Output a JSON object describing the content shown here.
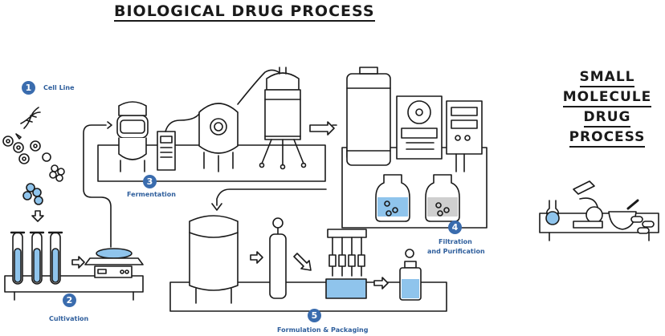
{
  "titles": {
    "main": "BIOLOGICAL DRUG PROCESS",
    "side_line1": "SMALL",
    "side_line2": "MOLECULE",
    "side_line3": "DRUG",
    "side_line4": "PROCESS"
  },
  "steps": [
    {
      "number": "1",
      "label": "Cell Line"
    },
    {
      "number": "2",
      "label": "Cultivation"
    },
    {
      "number": "3",
      "label": "Fermentation"
    },
    {
      "number": "4",
      "label_line1": "Filtration",
      "label_line2": "and Purification"
    },
    {
      "number": "5",
      "label": "Formulation & Packaging"
    }
  ],
  "colors": {
    "line": "#1a1a1a",
    "accent_blue": "#3a6cae",
    "liquid_blue": "#8fc4ec",
    "liquid_grey": "#cfcfcf"
  }
}
